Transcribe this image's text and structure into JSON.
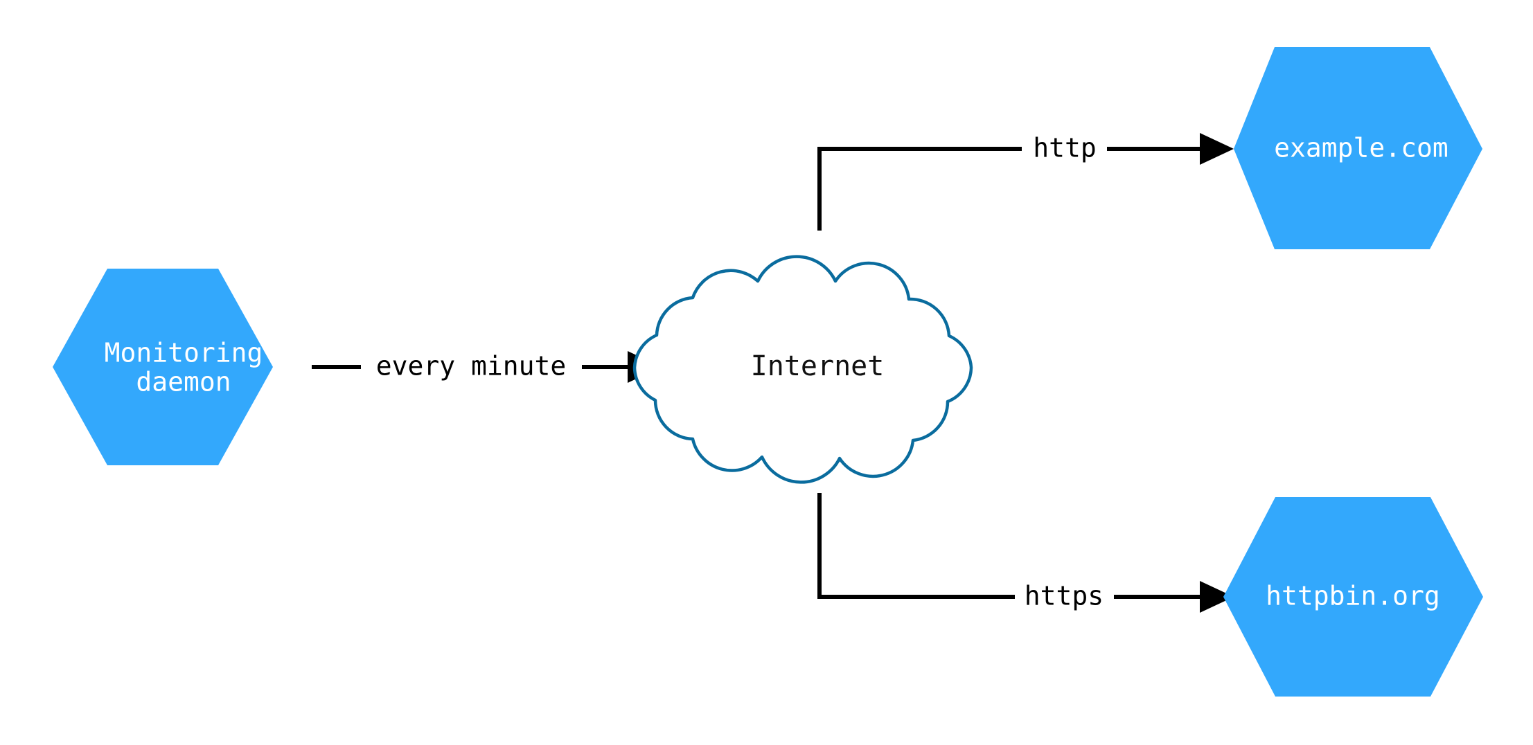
{
  "diagram": {
    "type": "network-flow-diagram",
    "background_color": "#ffffff",
    "palette": {
      "hexagon_fill": "#33a8fc",
      "hexagon_text": "#ffffff",
      "cloud_fill": "#ffffff",
      "cloud_stroke": "#0a6c9e",
      "cloud_text": "#111111",
      "edge_color": "#000000",
      "edge_label_color": "#000000"
    },
    "nodes": [
      {
        "id": "monitoring-daemon",
        "shape": "hexagon",
        "label_line1": "Monitoring",
        "label_line2": "daemon",
        "fill": "#33a8fc",
        "text_color": "#ffffff"
      },
      {
        "id": "internet",
        "shape": "cloud",
        "label": "Internet",
        "fill": "#ffffff",
        "stroke": "#0a6c9e",
        "text_color": "#111111"
      },
      {
        "id": "example-com",
        "shape": "hexagon",
        "label": "example.com",
        "fill": "#33a8fc",
        "text_color": "#ffffff"
      },
      {
        "id": "httpbin-org",
        "shape": "hexagon",
        "label": "httpbin.org",
        "fill": "#33a8fc",
        "text_color": "#ffffff"
      }
    ],
    "edges": [
      {
        "id": "edge-every-minute",
        "from": "monitoring-daemon",
        "to": "internet",
        "label": "every minute",
        "style": "straight",
        "arrow": "end"
      },
      {
        "id": "edge-http",
        "from": "internet",
        "to": "example-com",
        "label": "http",
        "style": "elbow",
        "arrow": "end"
      },
      {
        "id": "edge-https",
        "from": "internet",
        "to": "httpbin-org",
        "label": "https",
        "style": "elbow",
        "arrow": "end"
      }
    ]
  }
}
